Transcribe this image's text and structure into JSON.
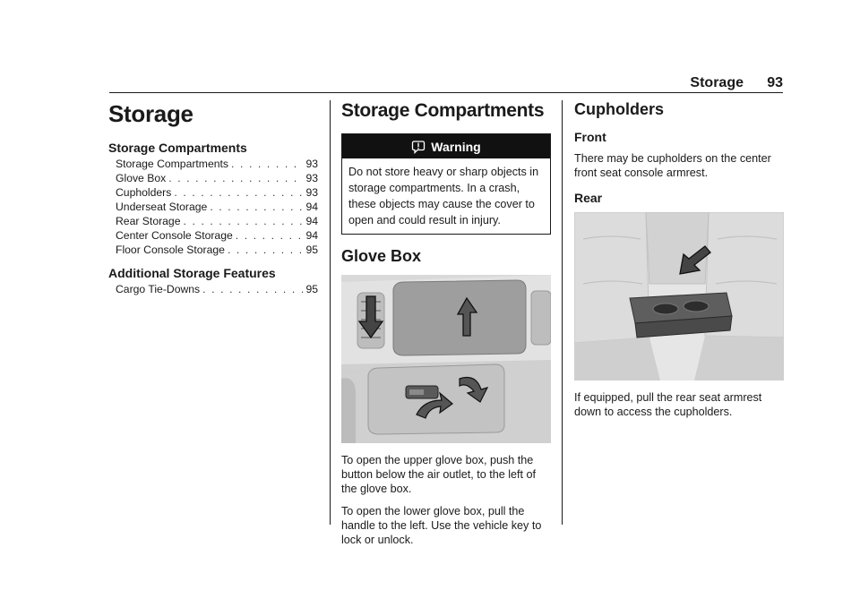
{
  "header": {
    "section": "Storage",
    "page_number": "93"
  },
  "toc": {
    "chapter_title": "Storage",
    "groups": [
      {
        "title": "Storage Compartments",
        "items": [
          {
            "label": "Storage Compartments",
            "page": "93"
          },
          {
            "label": "Glove Box",
            "page": "93"
          },
          {
            "label": "Cupholders",
            "page": "93"
          },
          {
            "label": "Underseat Storage",
            "page": "94"
          },
          {
            "label": "Rear Storage",
            "page": "94"
          },
          {
            "label": "Center Console Storage",
            "page": "94"
          },
          {
            "label": "Floor Console Storage",
            "page": "95"
          }
        ]
      },
      {
        "title": "Additional Storage Features",
        "items": [
          {
            "label": "Cargo Tie-Downs",
            "page": "95"
          }
        ]
      }
    ]
  },
  "main": {
    "title": "Storage Compartments",
    "warning": {
      "label": "Warning",
      "text": "Do not store heavy or sharp objects in storage compartments. In a crash, these objects may cause the cover to open and could result in injury."
    },
    "glove_box": {
      "title": "Glove Box",
      "paragraphs": [
        "To open the upper glove box, push the button below the air outlet, to the left of the glove box.",
        "To open the lower glove box, pull the handle to the left. Use the vehicle key to lock or unlock."
      ]
    }
  },
  "cupholders": {
    "title": "Cupholders",
    "front": {
      "title": "Front",
      "text": "There may be cupholders on the center front seat console armrest."
    },
    "rear": {
      "title": "Rear",
      "text": "If equipped, pull the rear seat armrest down to access the cupholders."
    }
  }
}
